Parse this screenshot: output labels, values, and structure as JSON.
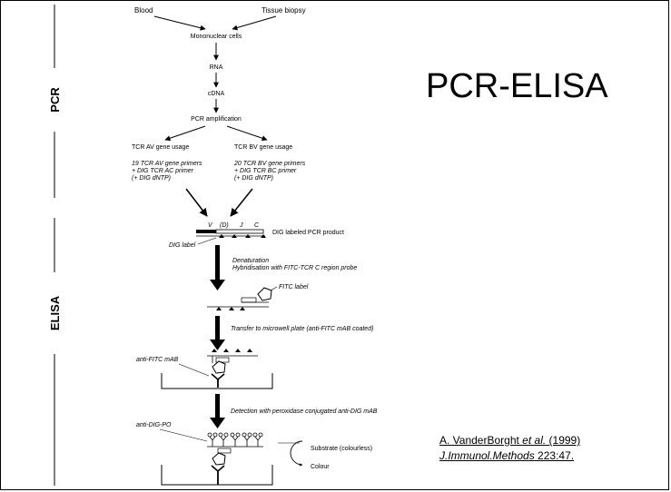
{
  "slide": {
    "title": "PCR-ELISA",
    "citation": {
      "line1_authors": "A. VanderBorght ",
      "line1_etal": "et al.",
      "line1_year": " (1999)",
      "line2_journal": "J.Immunol.Methods",
      "line2_ref": " 223:47."
    }
  },
  "diagram": {
    "side_labels": {
      "pcr": "PCR",
      "elisa": "ELISA"
    },
    "sources": {
      "left": "Blood",
      "right": "Tissue biopsy"
    },
    "steps": {
      "cells": "Mononuclear cells",
      "rna": "RNA",
      "cdna": "cDNA",
      "amplification": "PCR amplification"
    },
    "branches": {
      "av": {
        "title": "TCR AV gene usage",
        "line1": "19 TCR AV gene primers",
        "line2": "+ DIG TCR AC primer",
        "line3": "(+ DIG dNTP)"
      },
      "bv": {
        "title": "TCR BV gene usage",
        "line1": "20 TCR BV gene primers",
        "line2": "+ DIG TCR BC primer",
        "line3": "(+ DIG dNTP)"
      }
    },
    "product": {
      "segments": [
        "V",
        "(D)",
        "J",
        "C"
      ],
      "label": "DIG labeled PCR product",
      "dig_label": "DIG label"
    },
    "denaturation": {
      "line1": "Denaturation",
      "line2": "Hybridisation with FITC-TCR C region probe"
    },
    "fitc_label": "FITC label",
    "transfer": "Transfer to microwell plate (anti-FITC mAB coated)",
    "anti_fitc": "anti-FITC mAB",
    "detection": "Detection with peroxidase conjugated anti-DIG mAB",
    "anti_dig": "anti-DIG-PO",
    "substrate": "Substrate (colourless)",
    "colour": "Colour"
  }
}
